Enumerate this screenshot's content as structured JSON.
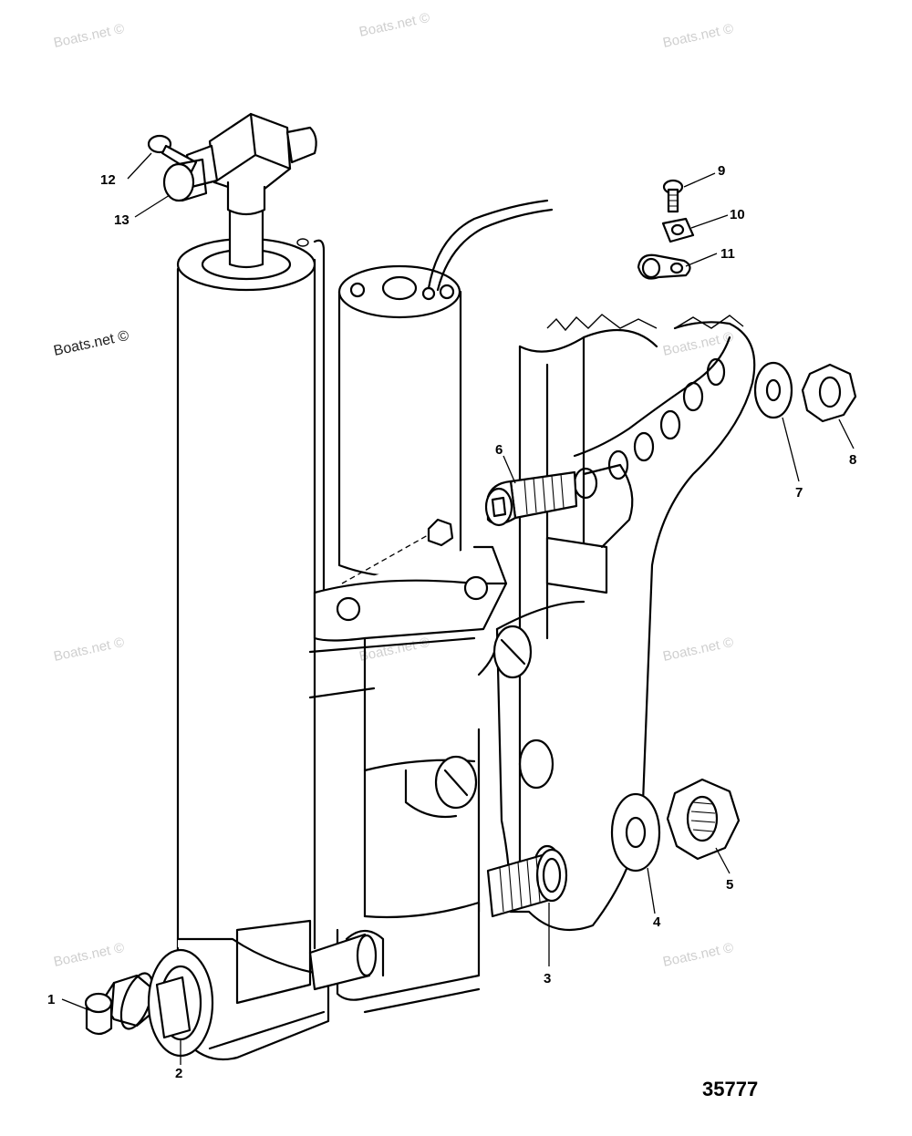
{
  "diagram": {
    "figure_number": "35777",
    "watermark_text": "Boats.net ©",
    "callouts": [
      "1",
      "2",
      "3",
      "4",
      "5",
      "6",
      "7",
      "8",
      "9",
      "10",
      "11",
      "12",
      "13"
    ],
    "colors": {
      "line": "#000000",
      "background": "#ffffff",
      "watermark": "#cfcfcf"
    }
  }
}
